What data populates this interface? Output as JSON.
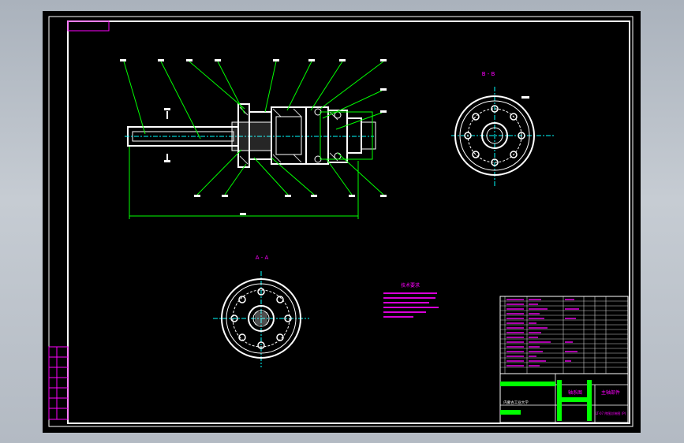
{
  "colors": {
    "background": "#000000",
    "frame": "#ffffff",
    "leader": "#00ff00",
    "text": "#ff00ff",
    "center_line": "#00ffff",
    "highlight": "#00ff00"
  },
  "section_labels": {
    "b_b": "B - B",
    "a_a": "A - A"
  },
  "title_block": {
    "part_name": "轴系图",
    "drawing_title": "主轴部件",
    "school": "内蒙古工业大学",
    "drawing_number": "LT-07 附图总装图 (P)"
  },
  "notes_heading": "技术要求",
  "icons": {
    "cad_frame": "drawing-frame-icon",
    "section_marker": "section-arrow-icon"
  }
}
